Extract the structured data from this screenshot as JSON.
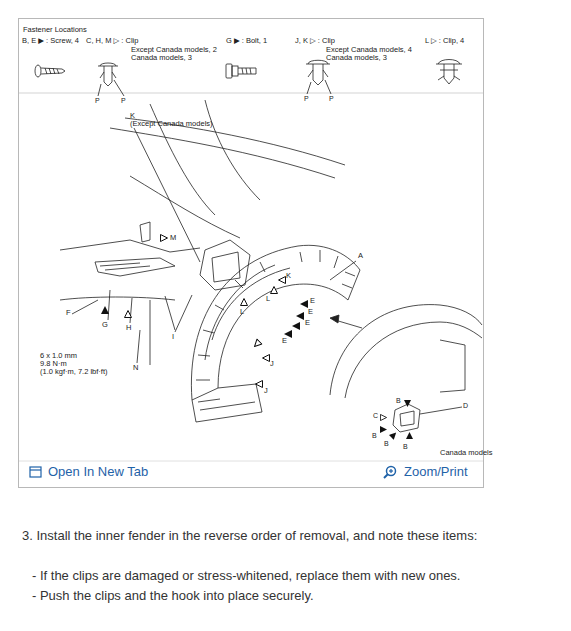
{
  "diagram": {
    "nodes": [
      {
        "text": [
          "Fastener Locations"
        ]
      }
    ],
    "labels": [
      "B, E ▶ : Screw, 4",
      "C, H, M ▷ : Clip",
      "Except Canada models, 2",
      "Canada models, 3",
      "G ▶ : Bolt, 1",
      "J, K ▷ : Clip",
      "Except Canada models, 4",
      "Canada models, 3",
      "L ▷ : Clip, 4",
      "P",
      "P",
      "P",
      "P",
      "K",
      "(Except Canada models)",
      "M",
      "A",
      "F",
      "G",
      "H",
      "I",
      "N",
      "6 x 1.0 mm",
      "9.8 N·m",
      "(1.0 kgf·m, 7.2 lbf·ft)",
      "L",
      "L",
      "K",
      "E",
      "E",
      "E",
      "E",
      "J",
      "J",
      "B",
      "C",
      "D",
      "B",
      "B",
      "B",
      "Canada models",
      "Open In New Tab",
      "Zoom/Print",
      "3. Install the inner fender in the reverse order of removal, and note these items:",
      "- If the clips are damaged or stress-whitened, replace them with new ones.",
      "- Push the clips and the hook into place securely."
    ]
  }
}
